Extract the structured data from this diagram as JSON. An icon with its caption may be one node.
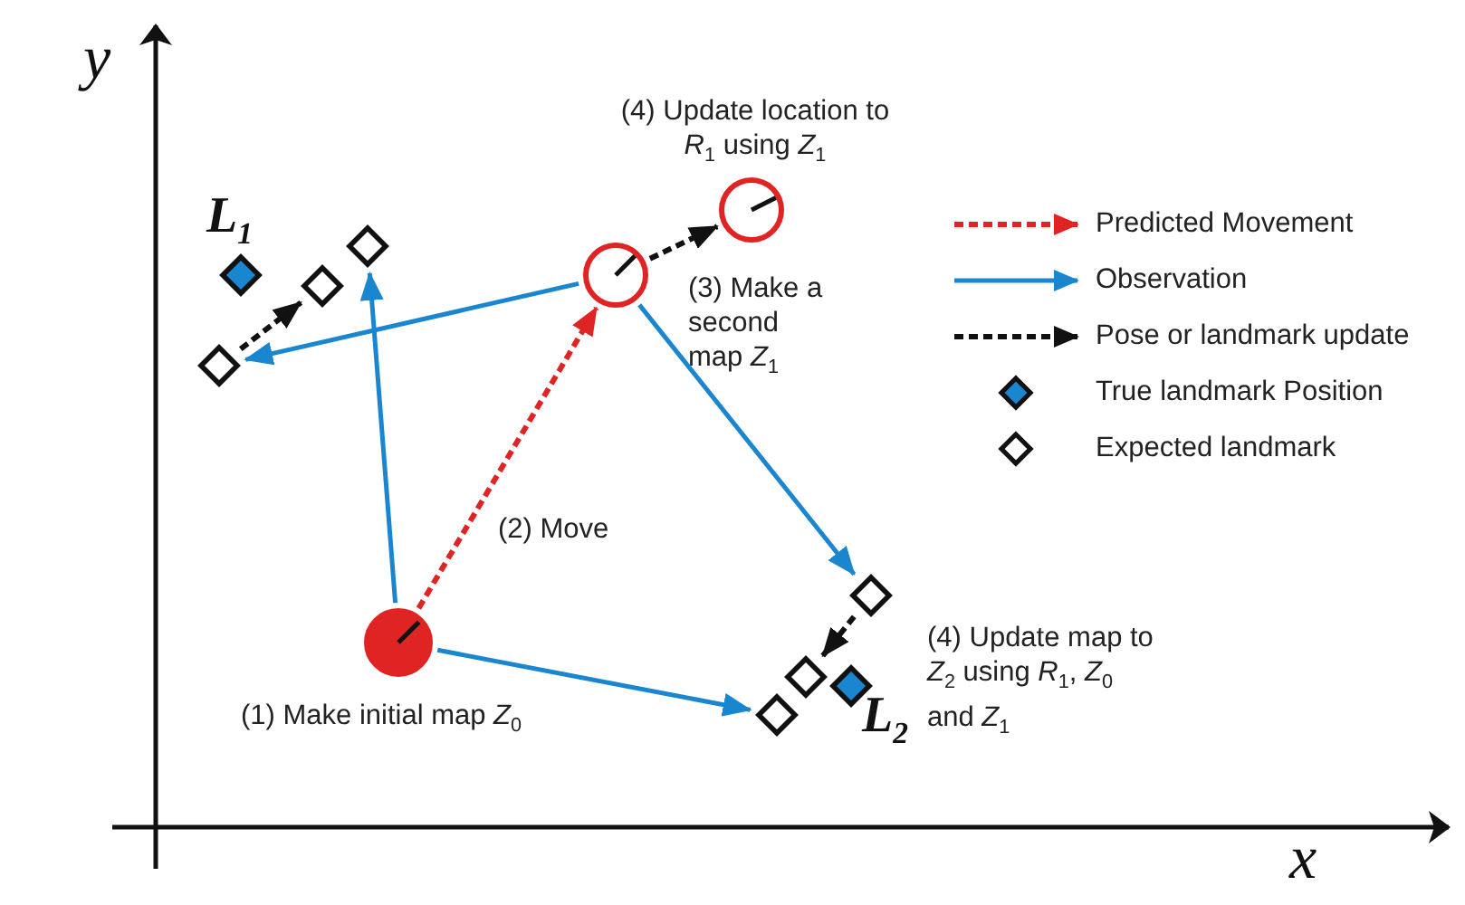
{
  "diagram": {
    "nodes": [
      {
        "text": [],
        "shape": "circle",
        "beside": [
          "(1) Make initial map *Z*$_{0}$"
        ]
      },
      {
        "text": [],
        "shape": "circle",
        "beside": [
          "(3) Make a second map *Z*$_{1}$"
        ]
      },
      {
        "text": [],
        "shape": "circle",
        "beside": [
          "(4) Update location to *R*$_{1}$ using *Z*$_{1}$"
        ]
      },
      {
        "text": [],
        "shape": "diamond",
        "beside": [
          "L$_{1}$"
        ]
      },
      {
        "text": [],
        "shape": "diamond"
      },
      {
        "text": [],
        "shape": "diamond"
      },
      {
        "text": [],
        "shape": "diamond"
      },
      {
        "text": [],
        "shape": "diamond",
        "beside": [
          "(4) Update map to *Z*$_{2}$ using *R*$_{1}$, *Z*$_{0}$ and *Z*$_{1}$"
        ]
      },
      {
        "text": [],
        "shape": "diamond"
      },
      {
        "text": [],
        "shape": "diamond",
        "beside": [
          "L$_{2}$"
        ]
      },
      {
        "text": [],
        "shape": "diamond"
      }
    ],
    "edges": [
      {
        "from": 0,
        "to": 1,
        "arrow": "to",
        "style": "dashed",
        "color": "#e02424"
      },
      {
        "from": 0,
        "to": 6,
        "arrow": "to"
      },
      {
        "from": 0,
        "to": 10,
        "arrow": "to"
      },
      {
        "from": 1,
        "to": 4,
        "arrow": "to"
      },
      {
        "from": 1,
        "to": 7,
        "arrow": "to"
      },
      {
        "from": 1,
        "to": 2,
        "arrow": "to",
        "style": "dashed",
        "color": "#111111"
      },
      {
        "from": 4,
        "to": 5,
        "arrow": "to",
        "style": "dashed",
        "color": "#111111"
      },
      {
        "from": 7,
        "to": 8,
        "arrow": "to",
        "style": "dashed",
        "color": "#111111"
      }
    ],
    "labels": [
      "(2) Move",
      "y",
      "x"
    ],
    "legend": [
      {
        "text": "Predicted Movement"
      },
      {
        "text": "Observation"
      },
      {
        "text": "Pose or landmark update"
      },
      {
        "text": "True landmark Position"
      },
      {
        "text": "Expected landmark"
      }
    ]
  }
}
